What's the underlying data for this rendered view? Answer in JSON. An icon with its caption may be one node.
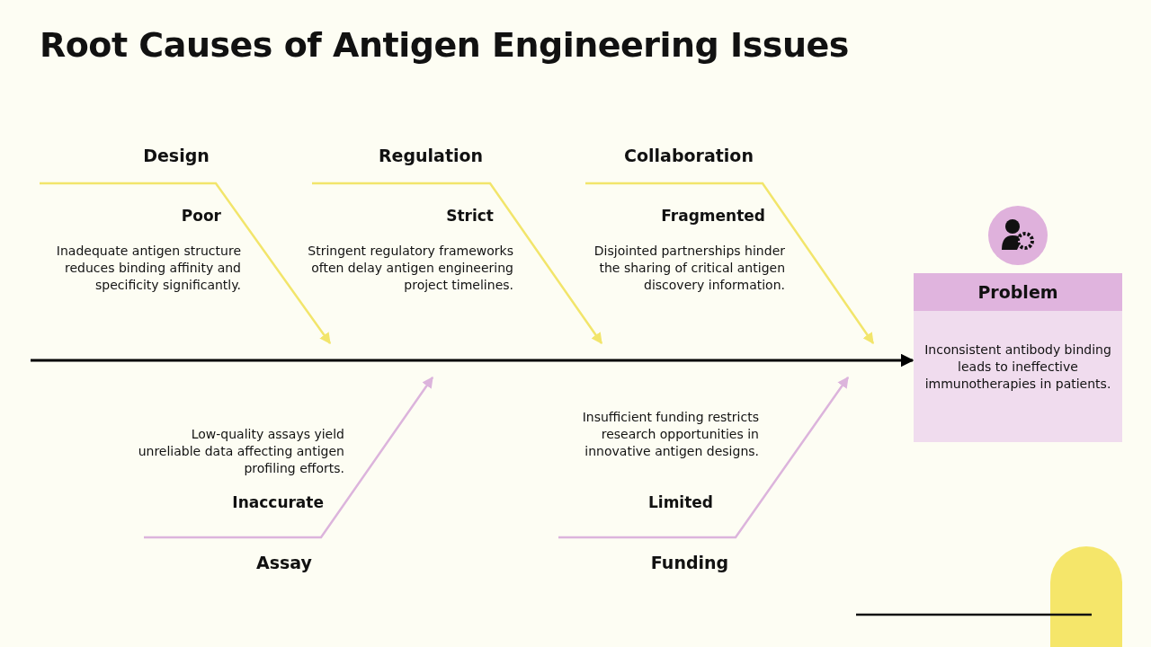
{
  "diagram": {
    "title": "Root Causes of Antigen Engineering Issues",
    "nodes": [
      {
        "text": [
          "Design",
          "Poor",
          "Inadequate antigen structure reduces binding affinity and specificity significantly."
        ]
      },
      {
        "text": [
          "Regulation",
          "Strict",
          "Stringent regulatory frameworks often delay antigen engineering project timelines."
        ]
      },
      {
        "text": [
          "Collaboration",
          "Fragmented",
          "Disjointed partnerships hinder the sharing of critical antigen discovery information."
        ]
      },
      {
        "text": [
          "Low-quality assays yield unreliable data affecting antigen profiling efforts.",
          "Inaccurate",
          "Assay"
        ]
      },
      {
        "text": [
          "Insufficient funding restricts research opportunities in innovative antigen designs.",
          "Limited",
          "Funding"
        ]
      },
      {
        "text": [
          "Problem",
          "Inconsistent antibody binding leads to ineffective immunotherapies in patients."
        ]
      }
    ],
    "edges": [
      {
        "from": 0,
        "to": null,
        "arrow": "to"
      },
      {
        "from": 1,
        "to": null,
        "arrow": "to"
      },
      {
        "from": 2,
        "to": null,
        "arrow": "to"
      },
      {
        "from": 3,
        "to": null,
        "arrow": "to",
        "color": "#dcb4dc"
      },
      {
        "from": 4,
        "to": null,
        "arrow": "to",
        "color": "#dcb4dc"
      },
      {
        "from": null,
        "to": 5,
        "arrow": "to",
        "color": "#000000"
      }
    ]
  }
}
